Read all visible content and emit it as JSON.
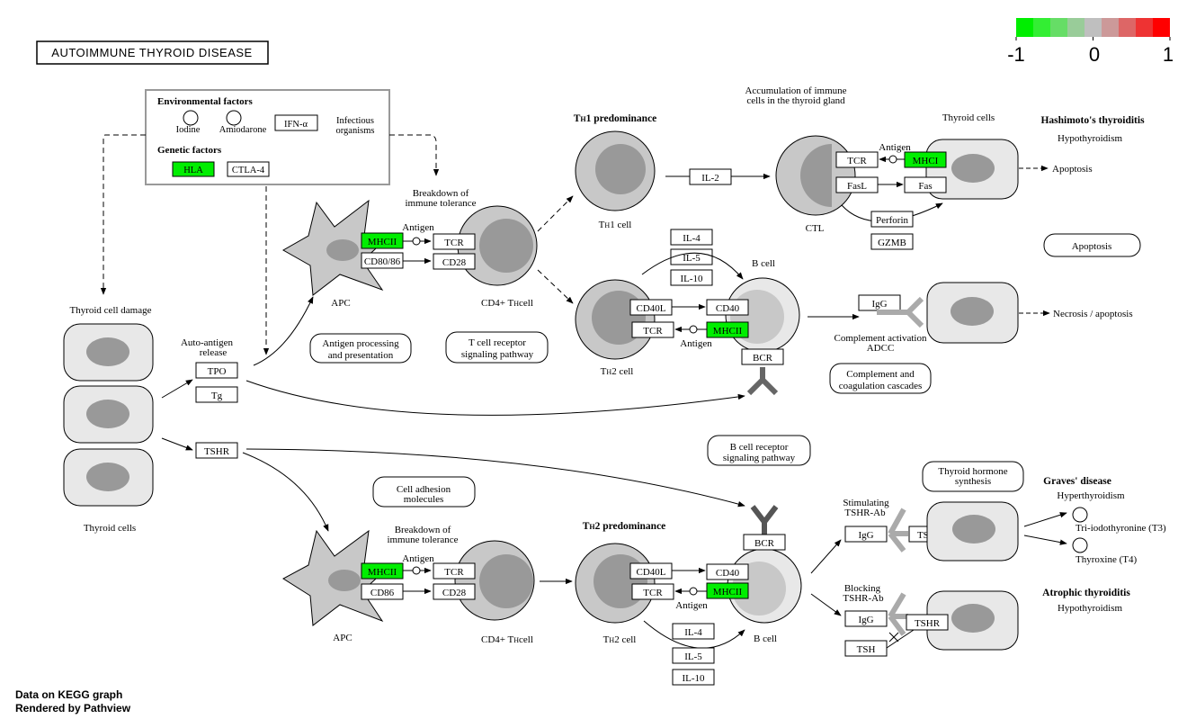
{
  "title": "AUTOIMMUNE THYROID DISEASE",
  "footer": {
    "line1": "Data on KEGG graph",
    "line2": "Rendered by Pathview"
  },
  "color_key": {
    "labels": [
      "-1",
      "0",
      "1"
    ],
    "colors": [
      "#00ee00",
      "#33ee33",
      "#66dd66",
      "#99cc99",
      "#bfbfbf",
      "#cc9999",
      "#dd6666",
      "#ee3333",
      "#ff0000"
    ]
  },
  "colors": {
    "gene_highlight": "#00ee00",
    "cell_fill": "#c8c8c8",
    "nucleus_fill": "#999999",
    "thyroid_fill": "#e8e8e8",
    "receptor": "#777777"
  },
  "env": {
    "title": "Environmental factors",
    "iodine": "Iodine",
    "amiodarone": "Amiodarone",
    "ifn": "IFN-α",
    "infectious": "Infectious",
    "organisms": "organisms",
    "genetic": "Genetic factors",
    "hla": "HLA",
    "ctla4": "CTLA-4"
  },
  "labels": {
    "thyroid_damage": "Thyroid cell damage",
    "thyroid_cells": "Thyroid cells",
    "auto_antigen1": "Auto-antigen",
    "auto_antigen2": "release",
    "tpo": "TPO",
    "tg": "Tg",
    "tshr": "TSHR",
    "breakdown1": "Breakdown of",
    "breakdown2": "immune tolerance",
    "antigen": "Antigen",
    "mhcii": "MHCII",
    "mhci": "MHCI",
    "cd80_86": "CD80/86",
    "cd86": "CD86",
    "tcr": "TCR",
    "cd28": "CD28",
    "apc": "APC",
    "cd4": "CD4+ T",
    "cd4_sub": "H",
    "cd4_tail": "cell",
    "ag_proc1": "Antigen processing",
    "ag_proc2": "and presentation",
    "tcr_path1": "T cell receptor",
    "tcr_path2": "signaling pathway",
    "th1_pred": "T",
    "th1_pred_sub": "H",
    "th1_pred_tail": "1 predominance",
    "th1_cell": "T",
    "th1_cell_tail": "1 cell",
    "il2": "IL-2",
    "il4": "IL-4",
    "il5": "IL-5",
    "il10": "IL-10",
    "th2_cell": "T",
    "th2_cell_tail": "2 cell",
    "cd40l": "CD40L",
    "cd40": "CD40",
    "bcell": "B cell",
    "bcr": "BCR",
    "accum1": "Accumulation of immune",
    "accum2": "cells in the thyroid gland",
    "thyroid_cells_top": "Thyroid cells",
    "ctl": "CTL",
    "fasl": "FasL",
    "fas": "Fas",
    "perforin": "Perforin",
    "gzmb": "GZMB",
    "apoptosis": "Apoptosis",
    "apoptosis_box": "Apoptosis",
    "hashimoto": "Hashimoto's thyroiditis",
    "hypothyroidism": "Hypothyroidism",
    "igg": "IgG",
    "compl_act1": "Complement activation",
    "compl_act2": "ADCC",
    "necrosis": "Necrosis / apoptosis",
    "compl_casc1": "Complement and",
    "compl_casc2": "coagulation cascades",
    "bcr_path1": "B cell receptor",
    "bcr_path2": "signaling pathway",
    "cell_adh1": "Cell adhesion",
    "cell_adh2": "molecules",
    "th2_pred": "T",
    "th2_pred_tail": "2 predominance",
    "thyroid_horm1": "Thyroid hormone",
    "thyroid_horm2": "synthesis",
    "stim1": "Stimulating",
    "stim2": "TSHR-Ab",
    "block1": "Blocking",
    "block2": "TSHR-Ab",
    "tsh": "TSH",
    "graves": "Graves' disease",
    "hyperthyroidism": "Hyperthyroidism",
    "t3": "Tri-iodothyronine (T3)",
    "t4": "Thyroxine (T4)",
    "atrophic": "Atrophic thyroiditis",
    "hypothyroidism2": "Hypothyroidism"
  }
}
